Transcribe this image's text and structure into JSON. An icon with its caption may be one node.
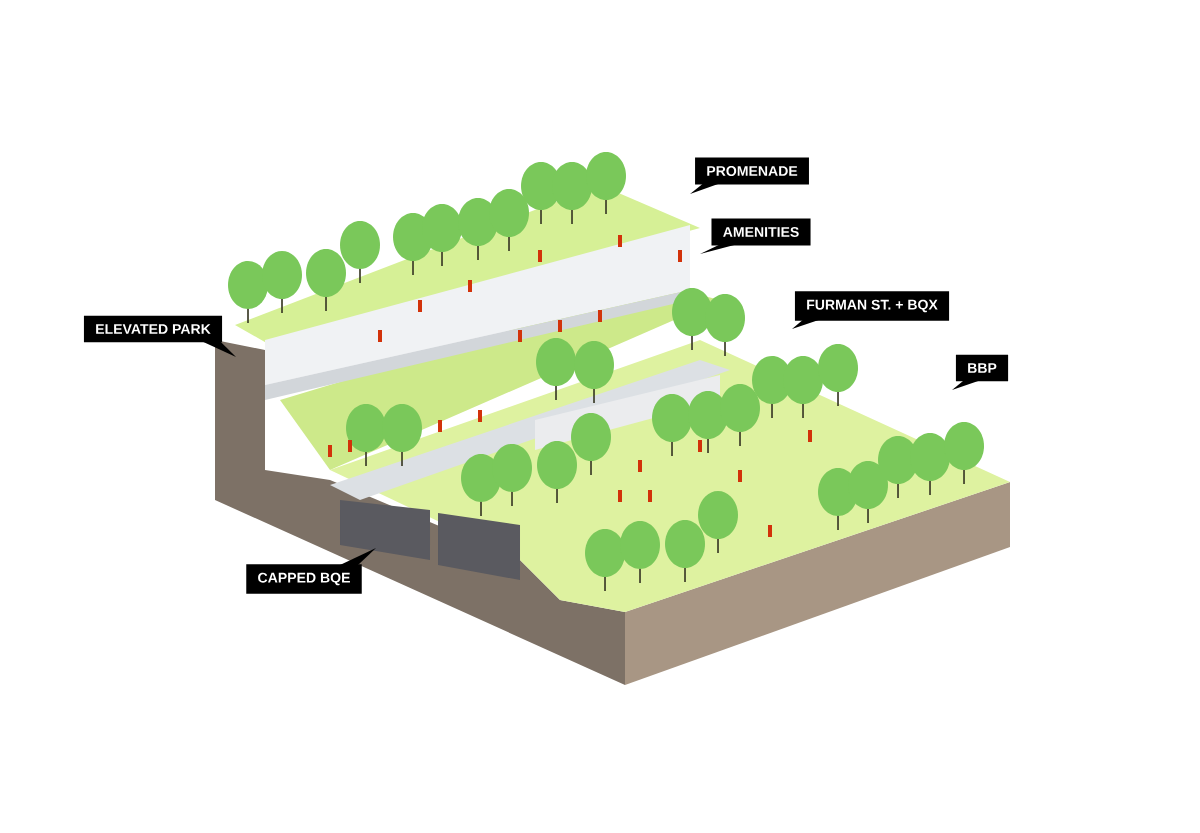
{
  "diagram": {
    "nodes": [
      {
        "text": [
          "PROMENADE"
        ]
      },
      {
        "text": [
          "AMENITIES"
        ]
      },
      {
        "text": [
          "FURMAN ST. + BQX"
        ]
      },
      {
        "text": [
          "ELEVATED PARK"
        ]
      },
      {
        "text": [
          "BBP"
        ]
      },
      {
        "text": [
          "CAPPED BQE"
        ]
      }
    ]
  }
}
